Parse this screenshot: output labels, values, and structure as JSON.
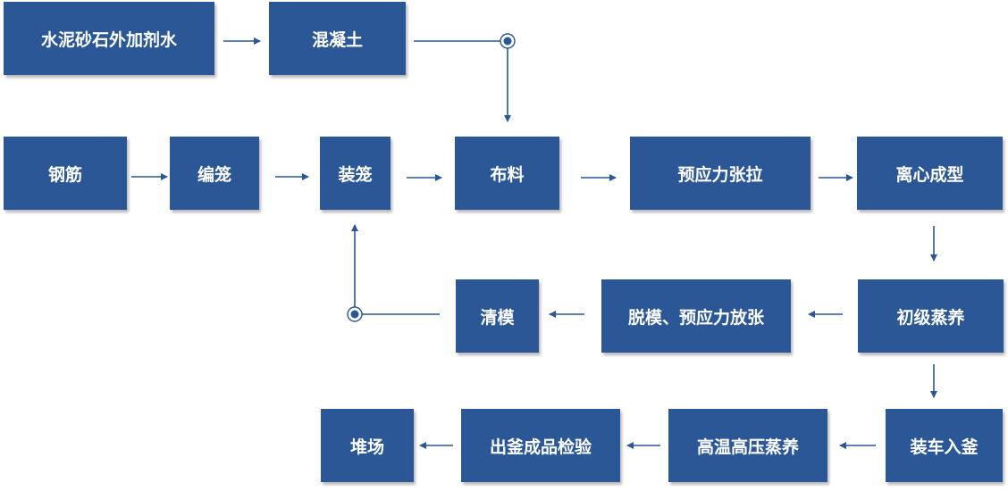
{
  "colors": {
    "node_fill": "#2b5797",
    "node_text": "#ffffff",
    "connector": "#2b5797"
  },
  "nodes": {
    "raw_materials": "水泥砂石外加剂水",
    "concrete": "混凝土",
    "steel": "钢筋",
    "weave_cage": "编笼",
    "install_cage": "装笼",
    "distribute": "布料",
    "prestress_tension": "预应力张拉",
    "centrifugal_forming": "离心成型",
    "mold_cleaning": "清模",
    "demold_release": "脱模、预应力放张",
    "initial_steam_curing": "初级蒸养",
    "storage_yard": "堆场",
    "kettle_out_inspection": "出釜成品检验",
    "high_temp_pressure_curing": "高温高压蒸养",
    "load_into_kettle": "装车入釜"
  }
}
